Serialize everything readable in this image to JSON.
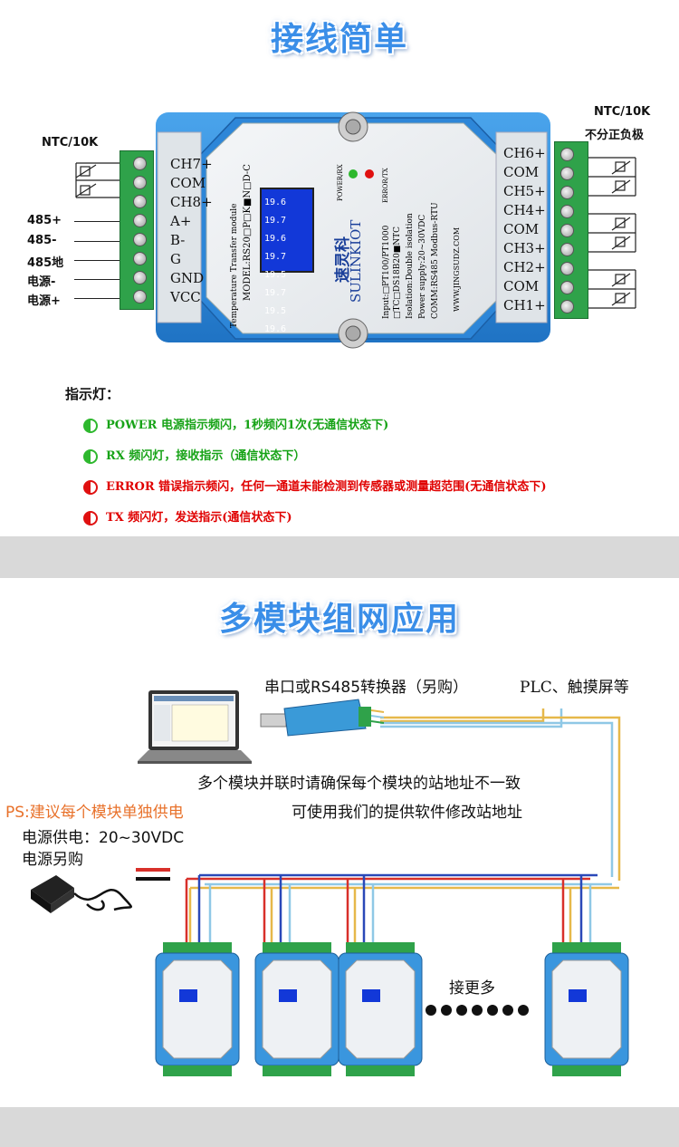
{
  "section1": {
    "title": "接线简单",
    "left_labels": {
      "ntc": "NTC/10K",
      "rs485_plus": "485+",
      "rs485_minus": "485-",
      "rs485_gnd": "485地",
      "power_minus": "电源-",
      "power_plus": "电源+"
    },
    "right_labels": {
      "ntc": "NTC/10K",
      "no_polarity": "不分正负极"
    },
    "left_terminals": [
      "CH7+",
      "COM",
      "CH8+",
      "A+",
      "B-",
      "G",
      "GND",
      "VCC"
    ],
    "right_terminals": [
      "CH6+",
      "COM",
      "CH5+",
      "CH4+",
      "COM",
      "CH3+",
      "CH2+",
      "COM",
      "CH1+"
    ],
    "device": {
      "header": "Temperature Transfer module",
      "model": "MODEL:RS20□P□K■N□D-C",
      "brand_cn": "速灵科",
      "brand_en": "SULINKIOT",
      "input": "Input:□PT100/PT1000",
      "input2": "□TC□DS18B20■NTC",
      "isolation": "Isolation:Double isolation",
      "power": "Power supply:20~30VDC",
      "comm": "COMM:RS485 Modbus-RTU",
      "url": "WWW.JINGSUDZ.COM",
      "led1": "POWER/RX",
      "led2": "ERROR/TX",
      "display_values": [
        [
          "19.6",
          "19.7"
        ],
        [
          "19.6",
          "19.7"
        ],
        [
          "19.5",
          "19.7"
        ],
        [
          "19.5",
          "19.6"
        ]
      ]
    },
    "indicator_title": "指示灯：",
    "indicators": [
      {
        "text": "POWER 电源指示频闪，1秒频闪1次(无通信状态下)",
        "color": "green"
      },
      {
        "text": "RX 频闪灯，接收指示（通信状态下）",
        "color": "green"
      },
      {
        "text": "ERROR 错误指示频闪，任何一通道未能检测到传感器或测量超范围(无通信状态下)",
        "color": "red"
      },
      {
        "text": "TX 频闪灯，发送指示(通信状态下)",
        "color": "red"
      }
    ]
  },
  "section2": {
    "title": "多模块组网应用",
    "converter_label": "串口或RS485转换器（另购）",
    "plc_label": "PLC、触摸屏等",
    "note1": "多个模块并联时请确保每个模块的站地址不一致",
    "note2": "可使用我们的提供软件修改站地址",
    "ps_label": "PS:建议每个模块单独供电",
    "power_label": "电源供电：20~30VDC",
    "power_buy": "电源另购",
    "more_label": "接更多"
  },
  "colors": {
    "title_blue": "#3a8ee8",
    "band_gray": "#d9d9d9",
    "device_blue": "#2e88d6",
    "terminal_green": "#2fa24a",
    "green_text": "#17a317",
    "red_text": "#e00000",
    "ps_orange": "#e8712a",
    "wire_yellow": "#e6b84a",
    "wire_blue": "#2a48b8",
    "wire_red": "#d8302a",
    "wire_lightblue": "#8fc8e6"
  }
}
